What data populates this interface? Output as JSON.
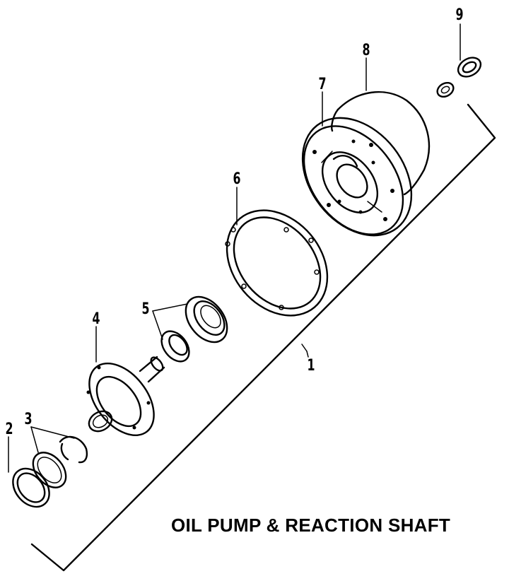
{
  "diagram": {
    "title": "OIL PUMP & REACTION SHAFT",
    "callouts": [
      "1",
      "2",
      "3",
      "4",
      "5",
      "6",
      "7",
      "8",
      "9"
    ]
  },
  "colors": {
    "ink": "#000000",
    "background": "#ffffff"
  }
}
